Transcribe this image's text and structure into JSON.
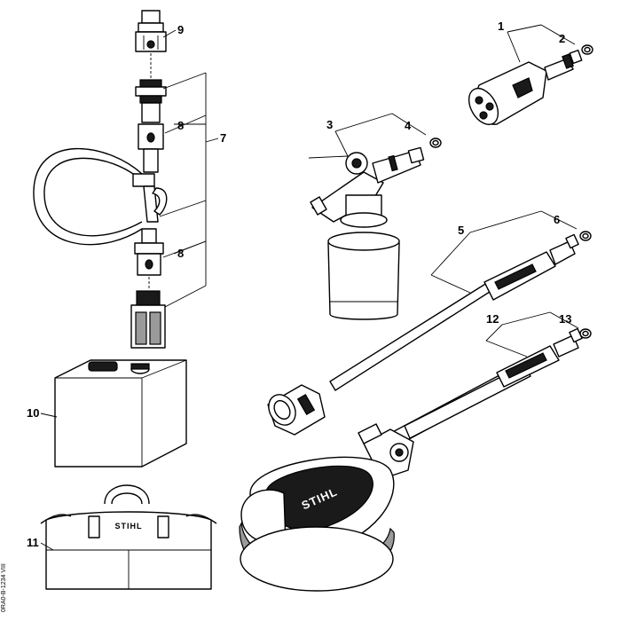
{
  "callouts": {
    "c1": "1",
    "c2": "2",
    "c3": "3",
    "c4": "4",
    "c5": "5",
    "c6": "6",
    "c7": "7",
    "c8a": "8",
    "c8b": "8",
    "c9": "9",
    "c10": "10",
    "c11": "11",
    "c12": "12",
    "c13": "13"
  },
  "brand_text": "STIHL",
  "drawing_code": "0RA0-B-1234 VIII"
}
